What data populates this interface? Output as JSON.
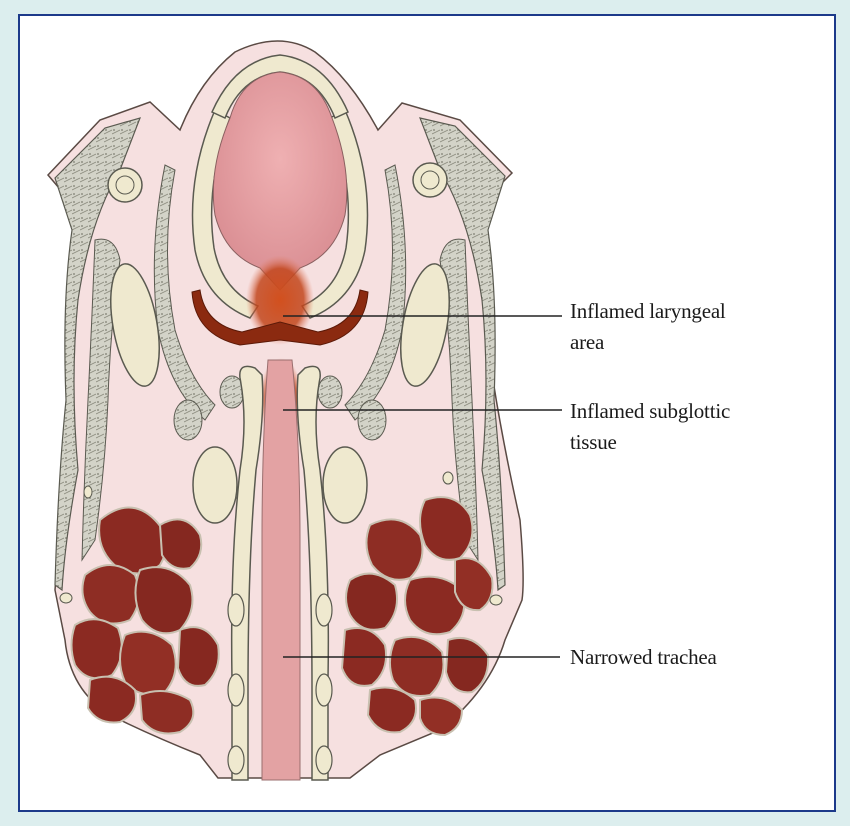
{
  "labels": {
    "laryngeal_line1": "Inflamed laryngeal",
    "laryngeal_line2": "area",
    "subglottic_line1": "Inflamed subglottic",
    "subglottic_line2": "tissue",
    "trachea": "Narrowed trachea"
  },
  "colors": {
    "background": "#dceeee",
    "frame_border": "#1c3a8a",
    "soft_tissue": "#f6e0e0",
    "airway_pink": "#e9a3a6",
    "inflamed": "#c2461c",
    "cartilage": "#efe9cf",
    "muscle_grey": "#cfcfc4",
    "thyroid_red": "#8b2a22"
  }
}
